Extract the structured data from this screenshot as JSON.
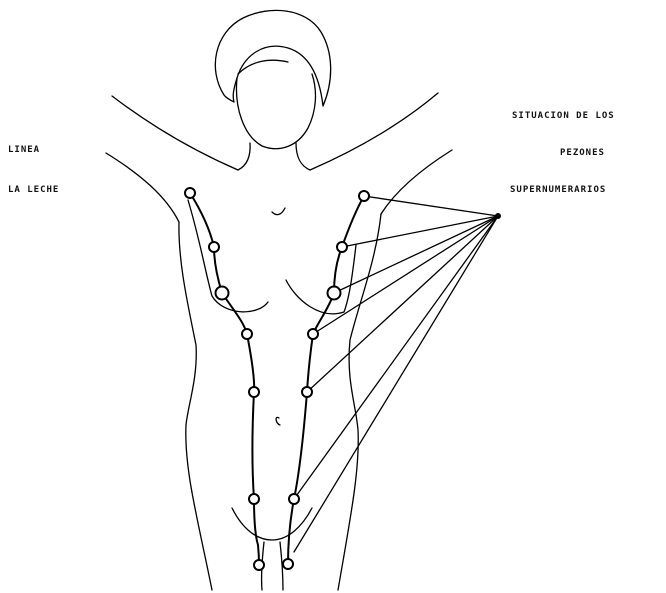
{
  "labels": {
    "milk_line": [
      "LINEA",
      "LA LECHE"
    ],
    "supernumerary": [
      "SITUACION DE LOS",
      "PEZONES",
      "SUPERNUMERARIOS"
    ]
  },
  "colors": {
    "ink": "#000000",
    "paper": "#ffffff"
  }
}
